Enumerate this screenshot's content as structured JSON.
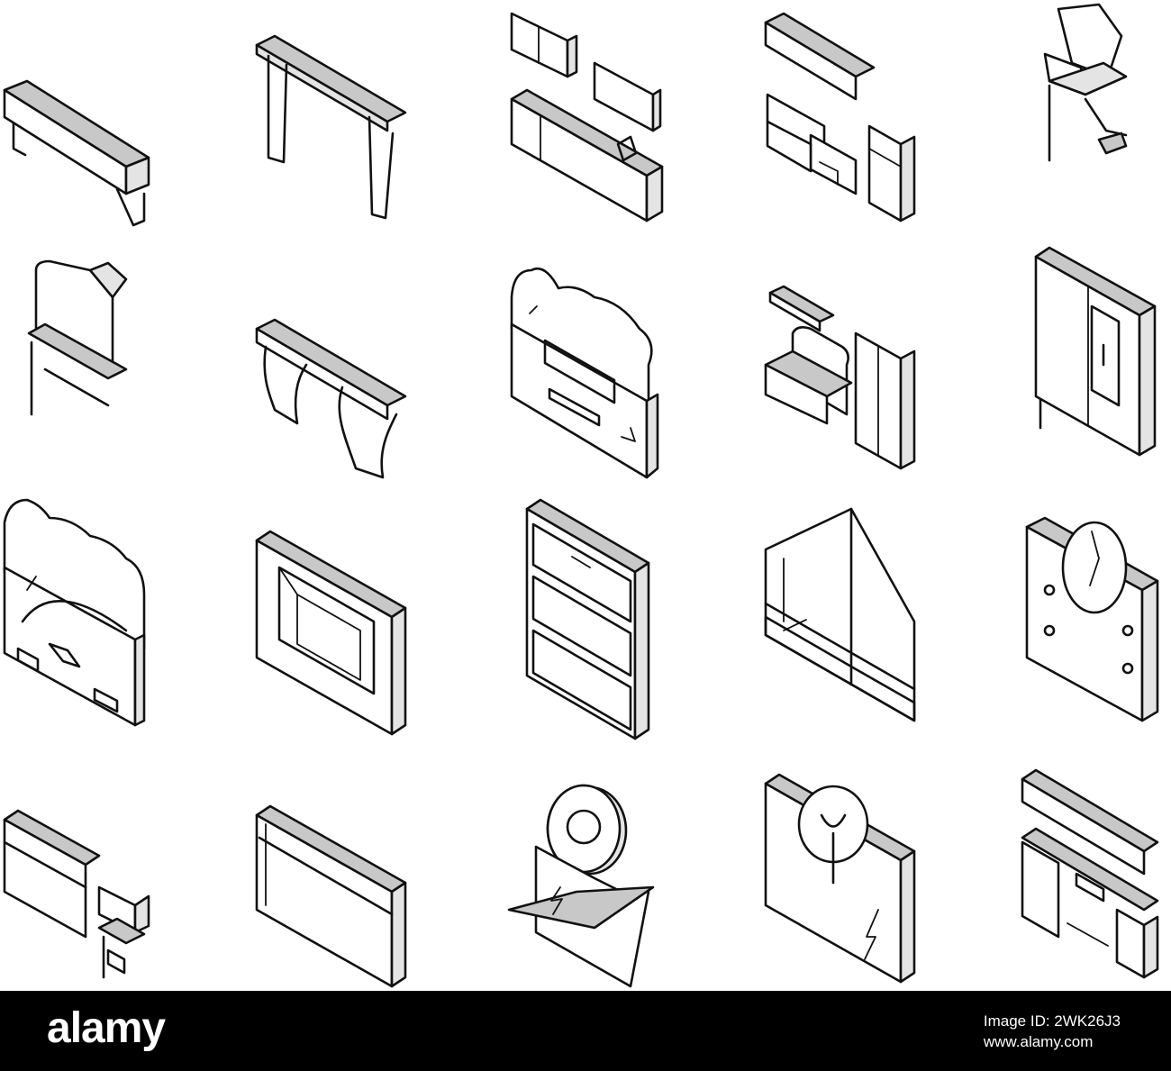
{
  "footer": {
    "logo": "alamy",
    "image_id_line": "Image ID: 2WK26J3",
    "url_line": "www.alamy.com"
  },
  "colors": {
    "background": "#ffffff",
    "footer_background": "#000000",
    "footer_text": "#ffffff",
    "line": "#111111",
    "shade_top": "#c8c8c8",
    "shade_side": "#e4e4e4"
  },
  "icons": [
    "bench-icon",
    "console-table-icon",
    "kitchen-cabinets-icon",
    "kitchen-set-icon",
    "broken-chair-icon",
    "chair-icon",
    "table-icon",
    "damaged-dresser-icon",
    "bedroom-set-icon",
    "wardrobe-icon",
    "damaged-cabinet-icon",
    "frame-icon",
    "chest-of-drawers-icon",
    "attic-shelf-icon",
    "mirror-dresser-icon",
    "shelving-desk-icon",
    "bookshelf-icon",
    "repair-gear-icon",
    "wardrobe-repair-icon",
    "kitchen-counter-icon"
  ]
}
